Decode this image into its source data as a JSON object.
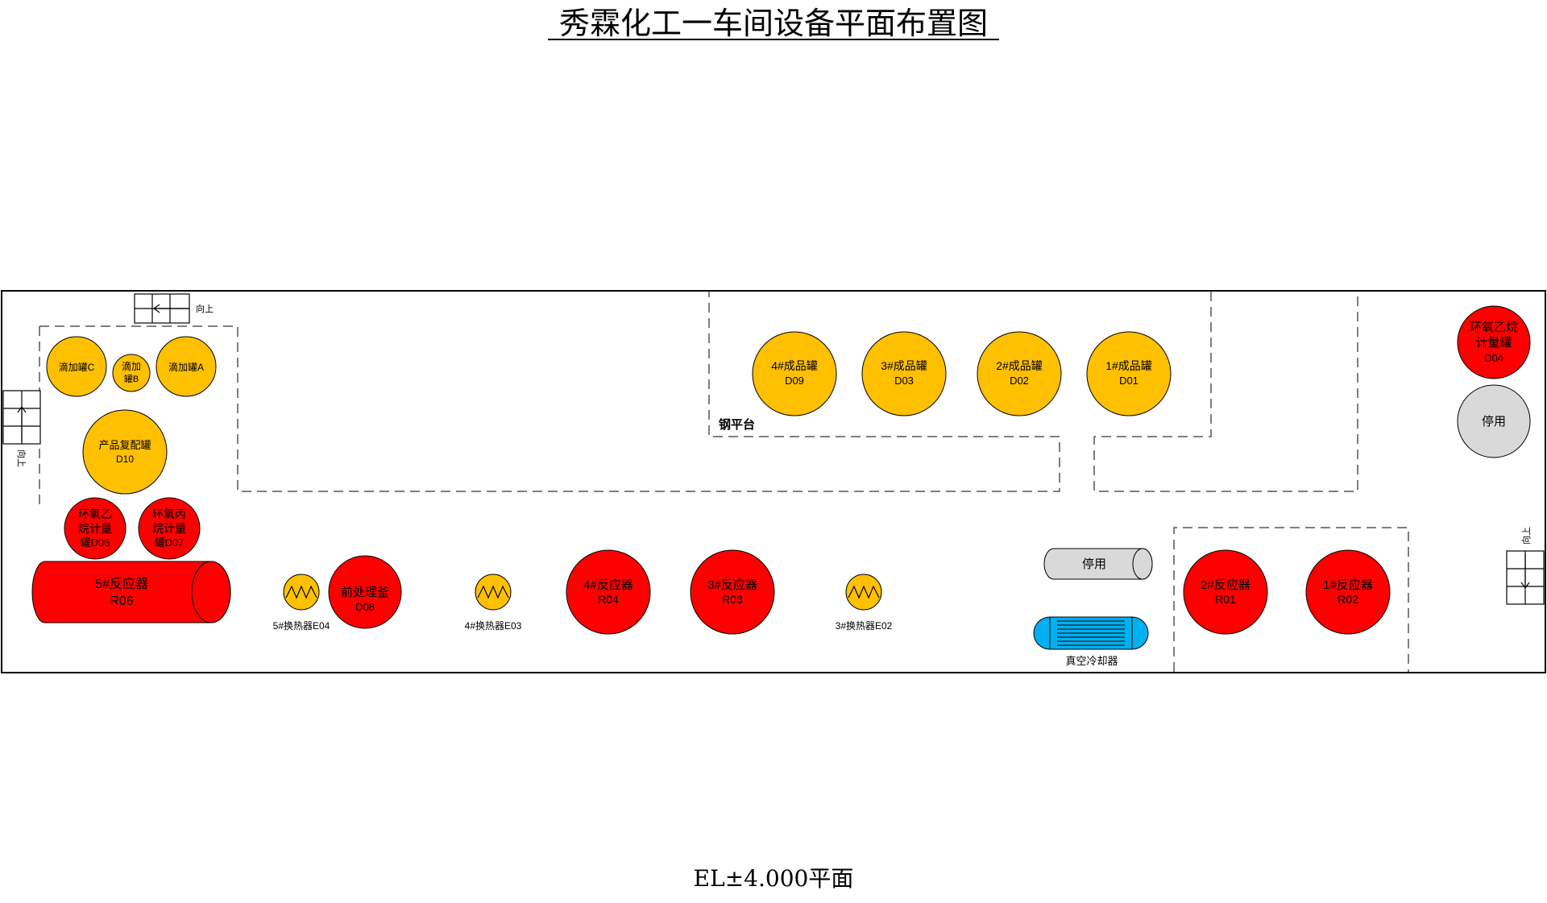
{
  "title": "秀霖化工一车间设备平面布置图",
  "footer": "EL±4.000平面",
  "colors": {
    "yellow": "#FFC000",
    "red": "#FF0000",
    "gray": "#D9D9D9",
    "blue": "#00B0F0",
    "outline": "#000000"
  },
  "stair_labels": {
    "top": "向上",
    "left": "向上",
    "right": "向上"
  },
  "platform_label": "钢平台",
  "tanks": {
    "drip_c": {
      "line1": "滴加罐C"
    },
    "drip_b": {
      "line1": "滴加",
      "line2": "罐B"
    },
    "drip_a": {
      "line1": "滴加罐A"
    },
    "d10": {
      "line1": "产品复配罐",
      "line2": "D10"
    },
    "d06": {
      "line1": "环氧乙",
      "line2": "烷计量",
      "line3": "罐D06"
    },
    "d07": {
      "line1": "环氧丙",
      "line2": "烷计量",
      "line3": "罐D07"
    },
    "d09": {
      "line1": "4#成品罐",
      "line2": "D09"
    },
    "d03": {
      "line1": "3#成品罐",
      "line2": "D03"
    },
    "d02": {
      "line1": "2#成品罐",
      "line2": "D02"
    },
    "d01": {
      "line1": "1#成品罐",
      "line2": "D01"
    },
    "d04": {
      "line1": "环氧乙烷",
      "line2": "计量罐",
      "line3": "D04"
    },
    "disabled_round": {
      "line1": "停用"
    },
    "d08": {
      "line1": "前处理釜",
      "line2": "D08"
    },
    "r04": {
      "line1": "4#反应器",
      "line2": "R04"
    },
    "r03": {
      "line1": "3#反应器",
      "line2": "R03"
    },
    "r01": {
      "line1": "2#反应器",
      "line2": "R01"
    },
    "r02": {
      "line1": "1#反应器",
      "line2": "R02"
    }
  },
  "r06": {
    "line1": "5#反应器",
    "line2": "R06"
  },
  "disabled_horizontal": {
    "line1": "停用"
  },
  "vacuum_cooler": {
    "label": "真空冷却器"
  },
  "heat_exchangers": {
    "e04": {
      "label": "5#换热器E04"
    },
    "e03": {
      "label": "4#换热器E03"
    },
    "e02": {
      "label": "3#换热器E02"
    }
  }
}
